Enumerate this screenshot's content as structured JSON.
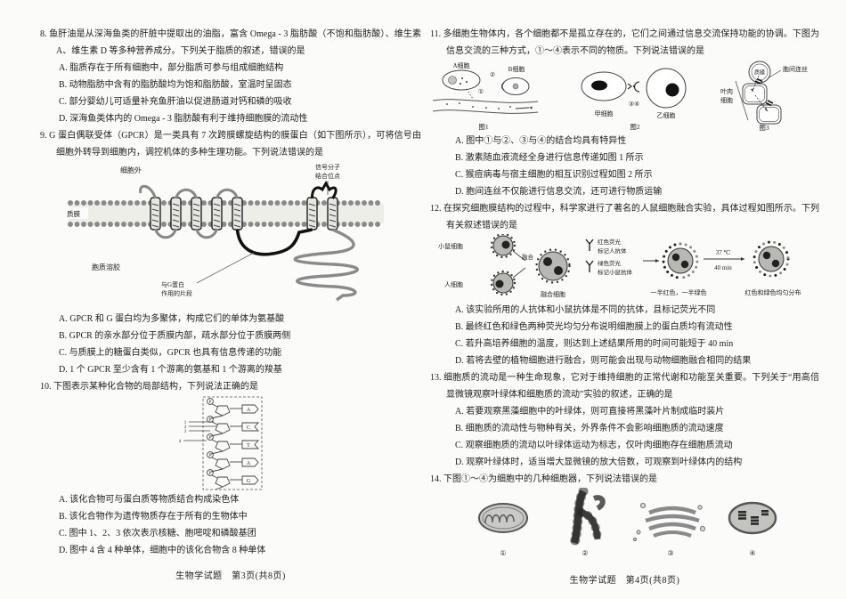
{
  "left": {
    "q8": {
      "stem": "8. 鱼肝油是从深海鱼类的肝脏中提取出的油脂，富含 Omega - 3 脂肪酸（不饱和脂肪酸）、维生素 A、维生素 D 等多种营养成分。下列关于脂质的叙述，错误的是",
      "options": [
        "A. 脂质存在于所有细胞中，部分脂质可参与组成细胞结构",
        "B. 动物脂肪中含有的脂肪酸均为饱和脂肪酸，室温时呈固态",
        "C. 部分婴幼儿可适量补充鱼肝油以促进肠道对钙和磷的吸收",
        "D. 深海鱼类体内的 Omega - 3 脂肪酸有利于维持细胞膜的流动性"
      ]
    },
    "q9": {
      "stem": "9. G 蛋白偶联受体（GPCR）是一类具有 7 次跨膜螺旋结构的膜蛋白（如下图所示），可将信号由细胞外转导到细胞内，调控机体的多种生理功能。下列说法错误的是",
      "figure": {
        "extracellular": "细胞外",
        "signal_line1": "信号分子",
        "signal_line2": "结合位点",
        "membrane": "质膜",
        "cytosol": "胞质溶胶",
        "gsite_line1": "与G蛋白",
        "gsite_line2": "作用的片段"
      },
      "options": [
        "A. GPCR 和 G 蛋白均为多聚体，构成它们的单体为氨基酸",
        "B. GPCR 的亲水部分位于质膜内部，疏水部分位于质膜两侧",
        "C. 与质膜上的糖蛋白类似，GPCR 也具有信息传递的功能",
        "D. 1 个 GPCR 至少含有 1 个游离的氨基和 1 个游离的羧基"
      ]
    },
    "q10": {
      "stem": "10. 下图表示某种化合物的局部结构，下列说法正确的是",
      "figure": {
        "phosphate": "P",
        "bases": [
          "A",
          "C",
          "T",
          "A",
          "G"
        ],
        "nums": [
          "1",
          "2",
          "3",
          "4"
        ]
      },
      "options": [
        "A. 该化合物可与蛋白质等物质结合构成染色体",
        "B. 该化合物作为遗传物质存在于所有的生物体中",
        "C. 图中 1、2、3 依次表示核糖、胞嘧啶和磷酸基团",
        "D. 图中 4 含 4 种单体，细胞中的该化合物含 8 种单体"
      ]
    },
    "footer": "生物学试题　第3页(共8页)"
  },
  "right": {
    "q11": {
      "stem": "11. 多细胞生物体内，各个细胞都不是孤立存在的，它们之间通过信息交流保持功能的协调。下图为信息交流的三种方式，①～④表示不同的物质。下列说法错误的是",
      "figure": {
        "cellA": "A细胞",
        "cellB": "B细胞",
        "m1": "①",
        "m2": "②",
        "m34": "③④",
        "jia": "甲细胞",
        "yi": "乙细胞",
        "zhimo": "质膜",
        "lianxi": "胞间连丝",
        "yerou1": "叶肉",
        "yerou2": "细胞",
        "fig1": "图1",
        "fig2": "图2",
        "fig3": "图3"
      },
      "options": [
        "A. 图中①与②、③与④的结合均具有特异性",
        "B. 激素随血液流经全身进行信息传递如图 1 所示",
        "C. 猴痘病毒与宿主细胞的相互识别过程如图 2 所示",
        "D. 胞间连丝不仅能进行信息交流，还可进行物质运输"
      ]
    },
    "q12": {
      "stem": "12. 在探究细胞膜结构的过程中，科学家进行了著名的人鼠细胞融合实验，具体过程如图所示。下列有关叙述错误的是",
      "figure": {
        "mouse": "小鼠细胞",
        "human": "人细胞",
        "fuse": "融合",
        "fused": "融合细胞",
        "red1": "红色荧光",
        "red2": "标记人抗体",
        "green1": "绿色荧光",
        "green2": "标记小鼠抗体",
        "temp": "37 ℃",
        "time": "40 min",
        "half": "一半红色，一半绿色",
        "even": "红色和绿色均匀分布"
      },
      "options": [
        "A. 该实验所用的人抗体和小鼠抗体是不同的抗体，且标记荧光不同",
        "B. 最终红色和绿色两种荧光均匀分布说明细胞膜上的蛋白质均有流动性",
        "C. 若升高培养细胞的温度，则达到上述结果所用的时间可能短于 40 min",
        "D. 若将去壁的植物细胞进行融合，则可能会出现与动物细胞融合相同的结果"
      ]
    },
    "q13": {
      "stem": "13. 细胞质的流动是一种生命现象，它对于维持细胞的正常代谢和功能至关重要。下列关于“用高倍显微镜观察叶绿体和细胞质的流动”实验的叙述，正确的是",
      "options": [
        "A. 若要观察黑藻细胞中的叶绿体，则可直接将黑藻叶片制成临时装片",
        "B. 细胞质的流动性与物种有关，外界条件不会影响细胞质的流动速度",
        "C. 观察细胞质的流动以叶绿体运动为标志，仅叶肉细胞存在细胞质流动",
        "D. 观察叶绿体时，适当增大显微镜的放大倍数，可观察到叶绿体内的结构"
      ]
    },
    "q14": {
      "stem": "14. 下图①～④为细胞中的几种细胞器，下列说法错误的是",
      "figure": {
        "nums": [
          "①",
          "②",
          "③",
          "④"
        ]
      }
    },
    "footer": "生物学试题　第4页(共8页)"
  }
}
